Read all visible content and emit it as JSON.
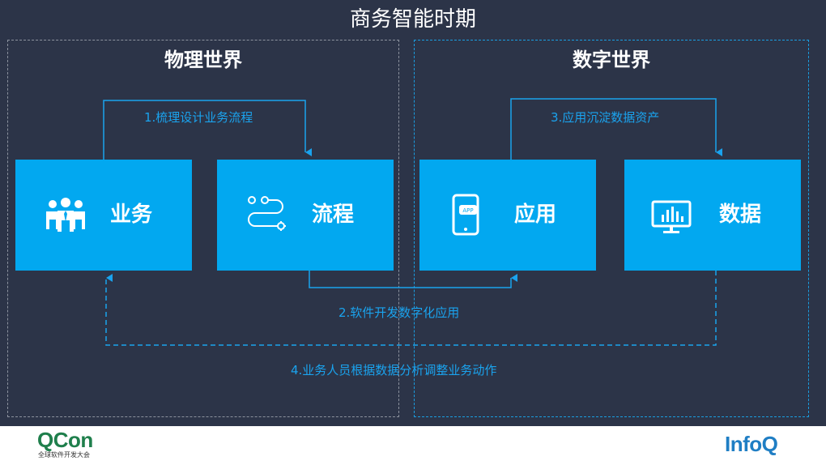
{
  "title": "商务智能时期",
  "sections": {
    "physical": "物理世界",
    "digital": "数字世界"
  },
  "boxes": {
    "business": "业务",
    "process": "流程",
    "application": "应用",
    "data": "数据"
  },
  "app_icon_text": "APP",
  "flows": {
    "step1": "1.梳理设计业务流程",
    "step2": "2.软件开发数字化应用",
    "step3": "3.应用沉淀数据资产",
    "step4": "4.业务人员根据数据分析调整业务动作"
  },
  "colors": {
    "background": "#2c3448",
    "box": "#02a8f0",
    "flow": "#1aa3ee",
    "physical_border": "#8c929e",
    "digital_border": "#1a9de0"
  },
  "footer": {
    "qcon_logo": "QCon",
    "qcon_subtitle": "全球软件开发大会",
    "infoq_logo": "InfoQ"
  }
}
